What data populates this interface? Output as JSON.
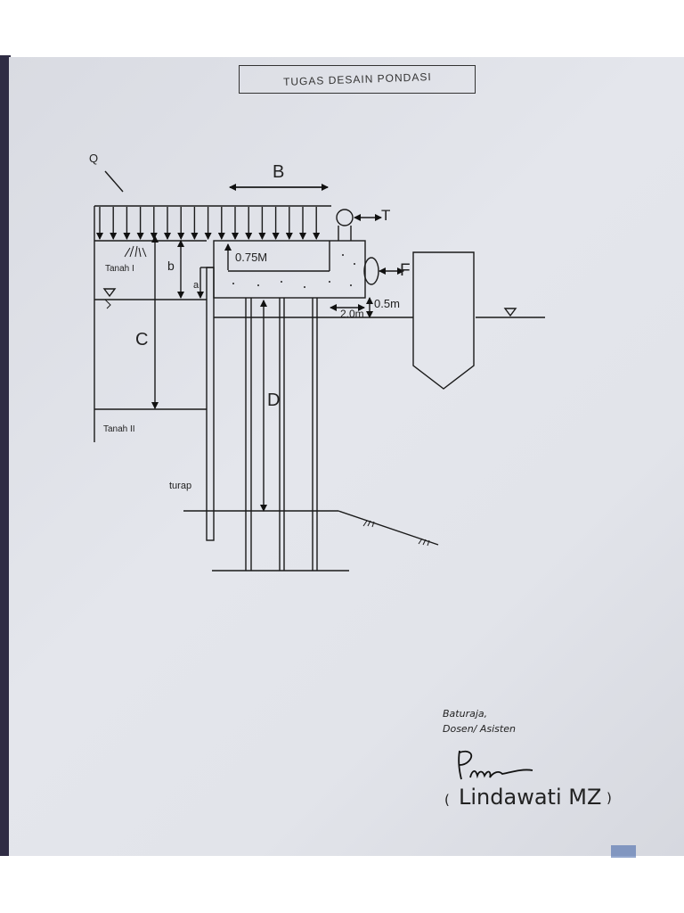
{
  "document": {
    "title": "TUGAS DESAIN PONDASI"
  },
  "diagram": {
    "labels": {
      "load": "Q",
      "width": "B",
      "thrust": "T",
      "force": "F",
      "soil_1": "Tanah I",
      "soil_2": "Tanah II",
      "dim_b": "b",
      "dim_a": "a",
      "dim_c": "C",
      "dim_d": "D",
      "slab": "0.75M",
      "offset": "2.0m",
      "ledge": "0.5m",
      "sheet_pile": "turap"
    }
  },
  "signature": {
    "city": "Baturaja,",
    "role": "Dosen/ Asisten",
    "name": "Lindawati MZ",
    "paren_open": "(",
    "paren_close": ")"
  }
}
